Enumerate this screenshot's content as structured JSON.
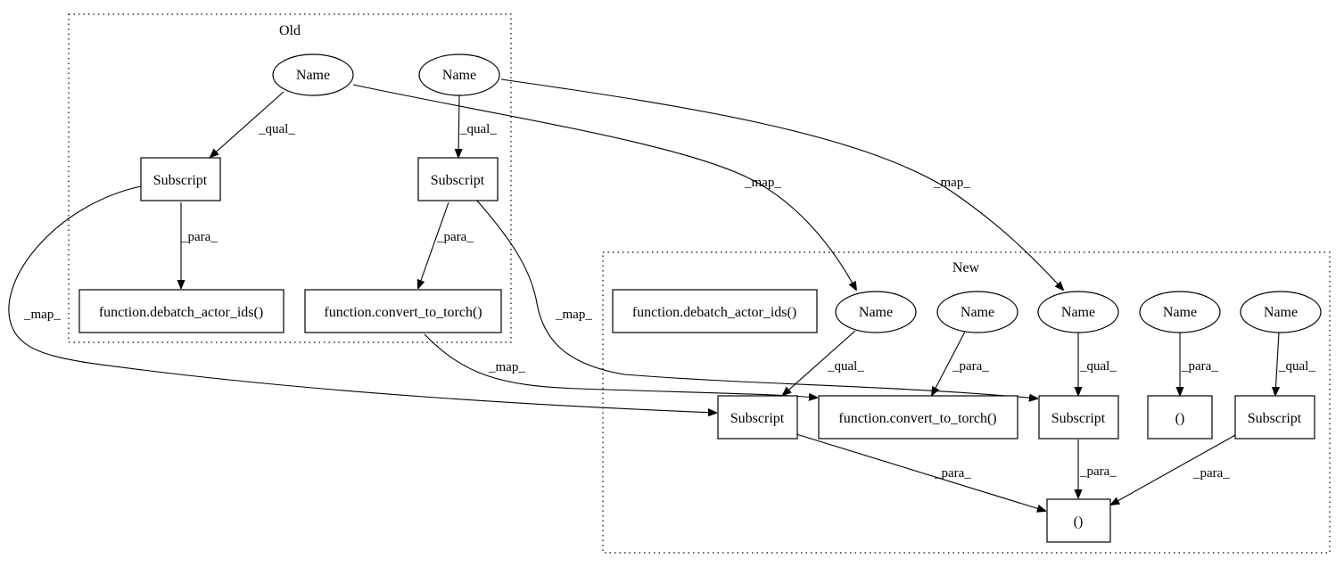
{
  "clusters": {
    "old": {
      "label": "Old"
    },
    "new": {
      "label": "New"
    }
  },
  "nodes": {
    "old_name_1": "Name",
    "old_name_2": "Name",
    "old_subscript_1": "Subscript",
    "old_subscript_2": "Subscript",
    "old_debatch": "function.debatch_actor_ids()",
    "old_convert": "function.convert_to_torch()",
    "new_debatch": "function.debatch_actor_ids()",
    "new_name_1": "Name",
    "new_name_2": "Name",
    "new_name_3": "Name",
    "new_name_4": "Name",
    "new_name_5": "Name",
    "new_subscript_1": "Subscript",
    "new_convert": "function.convert_to_torch()",
    "new_subscript_2": "Subscript",
    "new_tuple_1": "()",
    "new_subscript_3": "Subscript",
    "new_tuple_2": "()"
  },
  "edges": {
    "qual": "_qual_",
    "para": "_para_",
    "map": "_map_"
  }
}
